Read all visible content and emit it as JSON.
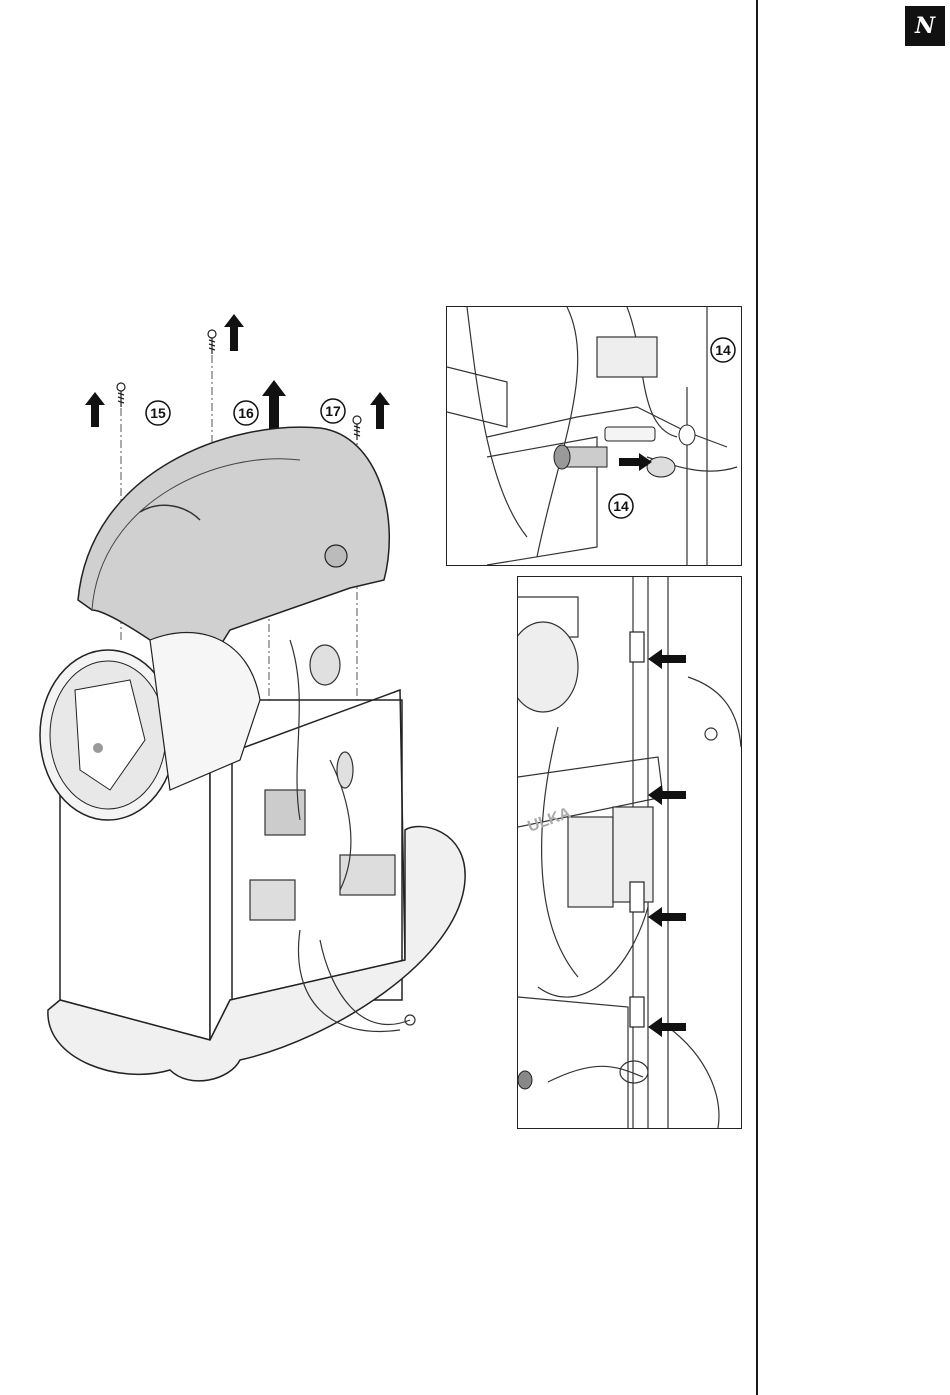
{
  "brand": {
    "logo_letter": "N",
    "logo_name": "nespresso-logo"
  },
  "main_figure": {
    "callouts": [
      "15",
      "16",
      "17"
    ]
  },
  "inset_top": {
    "callouts": [
      "14",
      "14"
    ]
  },
  "inset_bottom": {
    "callouts": []
  }
}
